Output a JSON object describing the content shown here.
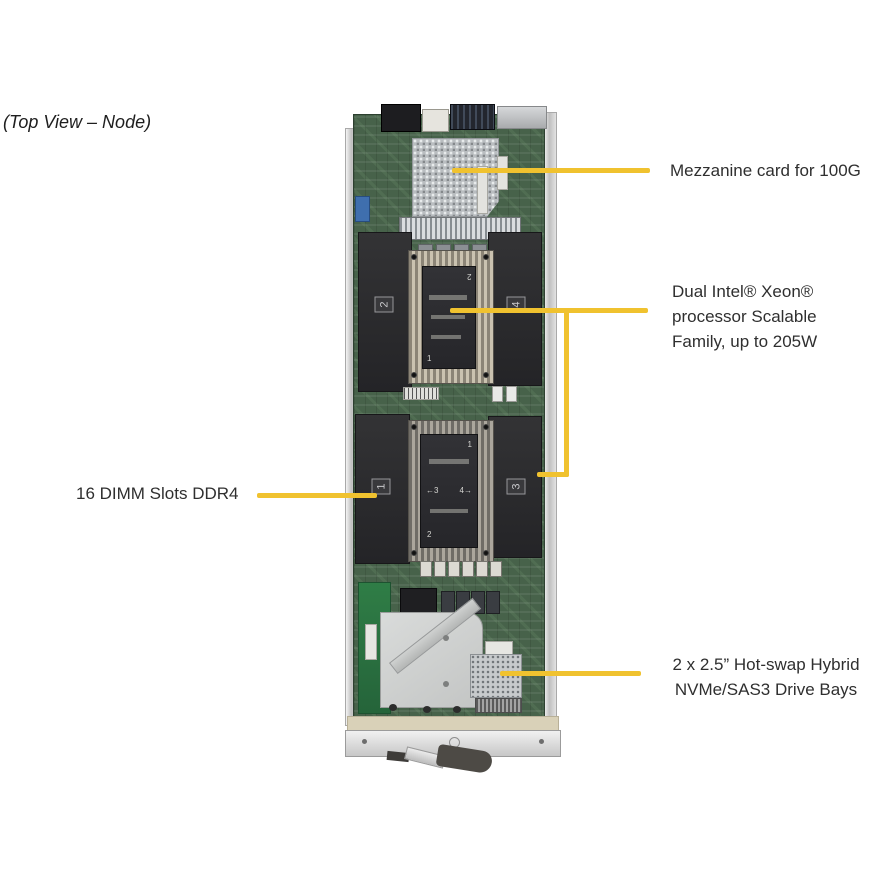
{
  "title": "(Top View – Node)",
  "callouts": {
    "mezzanine": {
      "text": "Mezzanine card for 100G"
    },
    "cpu": {
      "lines": [
        "Dual Intel® Xeon®",
        "processor Scalable",
        "Family, up to 205W"
      ]
    },
    "dimm": {
      "text": "16 DIMM Slots DDR4"
    },
    "drives": {
      "lines": [
        "2 x 2.5” Hot-swap Hybrid",
        "NVMe/SAS3 Drive Bays"
      ]
    }
  },
  "board": {
    "dimm_bank_labels": {
      "upper_left": "2",
      "upper_right": "4",
      "lower_left": "1",
      "lower_right": "3"
    },
    "cpu1_heatsink_marks": {
      "top_right": "2",
      "bottom_left": "1"
    },
    "cpu2_socket_marks": {
      "top_right": "1",
      "mid_left": "←3",
      "mid_right": "4→",
      "bottom_left": "2"
    }
  },
  "colors": {
    "callout_line": "#F0C22F",
    "label_text": "#2F2F2F",
    "pcb_green": "#47624A"
  }
}
